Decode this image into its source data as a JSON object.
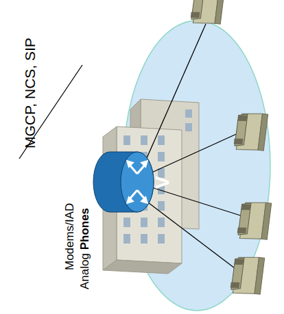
{
  "diagram": {
    "labels": [
      "MGCP, NCS, SIP",
      "Modems/IAD",
      "Analog",
      "Phones",
      "V"
    ]
  }
}
